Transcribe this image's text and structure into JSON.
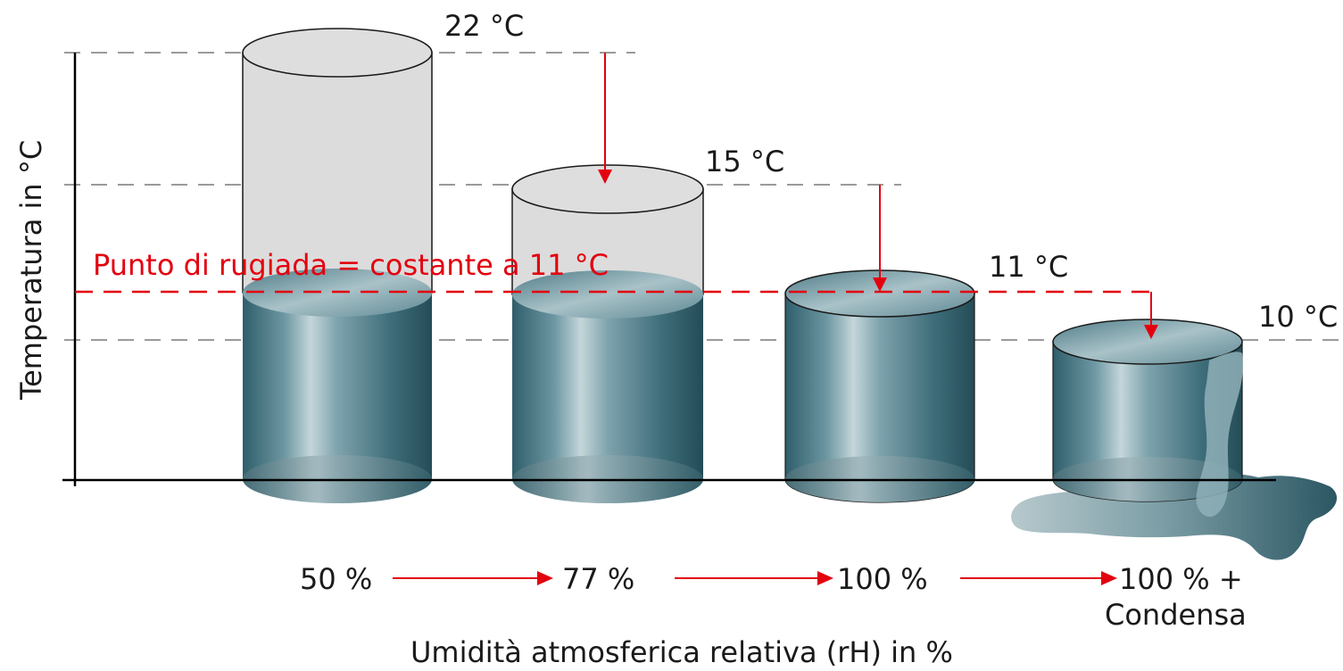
{
  "axis": {
    "y_label": "Temperatura in °C",
    "x_label": "Umidità atmosferica relativa (rH) in %"
  },
  "dew_point_label": "Punto di rugiada = costante a 11 °C",
  "temperatures": [
    "22 °C",
    "15 °C",
    "11 °C",
    "10 °C"
  ],
  "humidity": [
    "50 %",
    "77 %",
    "100 %",
    "100 % +"
  ],
  "condensation_label": "Condensa",
  "colors": {
    "accent": "#e3000f",
    "water": "#4f7c88",
    "air": "#dcdcdc",
    "guide": "#9a9a9a"
  }
}
